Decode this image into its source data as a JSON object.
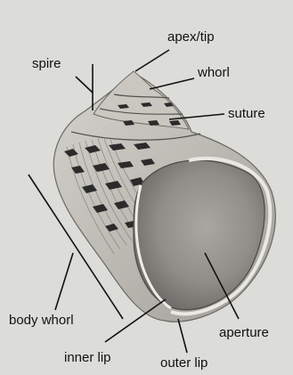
{
  "diagram": {
    "labels": {
      "spire": "spire",
      "apex": "apex/tip",
      "whorl": "whorl",
      "suture": "suture",
      "body_whorl": "body whorl",
      "aperture": "aperture",
      "inner_lip": "inner lip",
      "outer_lip": "outer lip"
    },
    "colors": {
      "background": "#dcdcd8",
      "shell": "#bdbbb4",
      "stripe": "#2b2b2b",
      "aperture": "#8f8d88",
      "line": "#111111"
    }
  }
}
